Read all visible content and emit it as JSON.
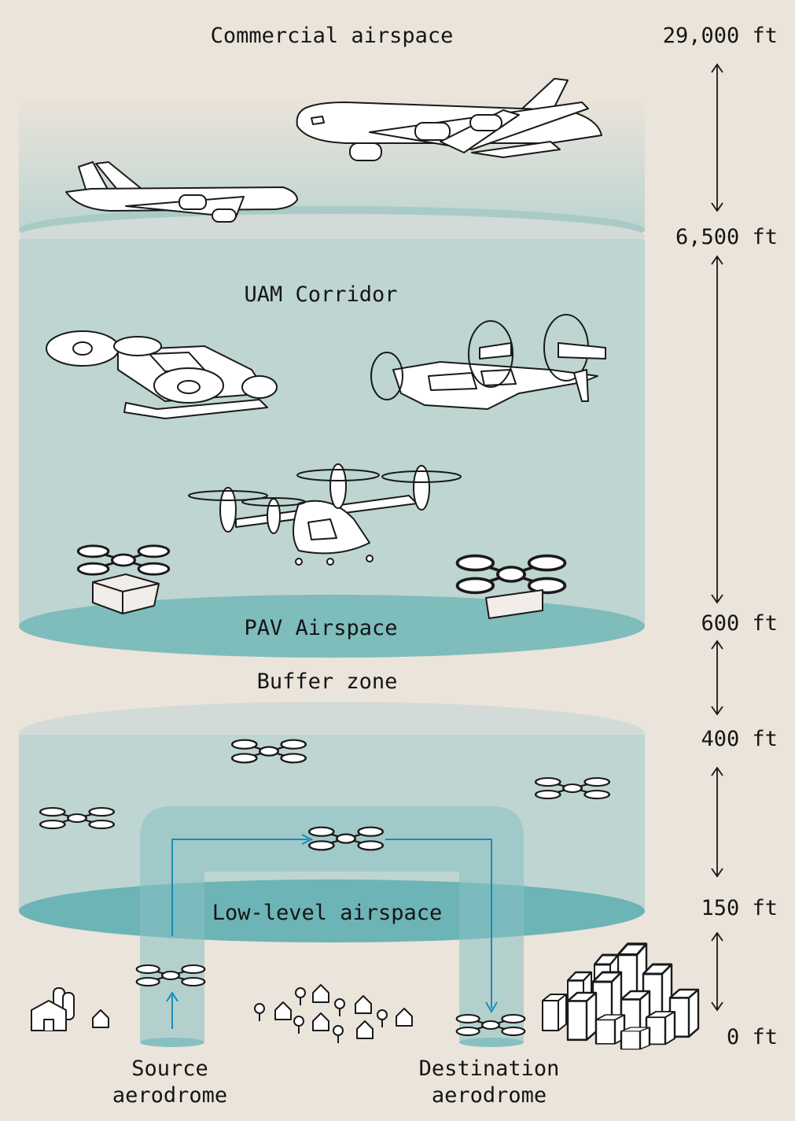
{
  "zones": {
    "commercial": "Commercial airspace",
    "uam": "UAM Corridor",
    "pav": "PAV Airspace",
    "buffer": "Buffer zone",
    "low_level": "Low-level airspace"
  },
  "altitudes": [
    "29,000 ft",
    "6,500 ft",
    "600 ft",
    "400 ft",
    "150 ft",
    "0 ft"
  ],
  "aerodromes": {
    "source_line1": "Source",
    "source_line2": "aerodrome",
    "destination_line1": "Destination",
    "destination_line2": "aerodrome"
  },
  "colors": {
    "background": "#ebe4da",
    "airspace_fill": "#bed5d1",
    "airspace_ellipse": "#a9cbc6",
    "pav_ellipse": "#7fbcbc",
    "low_ellipse": "#6db4b6",
    "route_column": "#86c0c3",
    "route_arrow": "#1a8cb5",
    "outline": "#1a1a1a"
  }
}
